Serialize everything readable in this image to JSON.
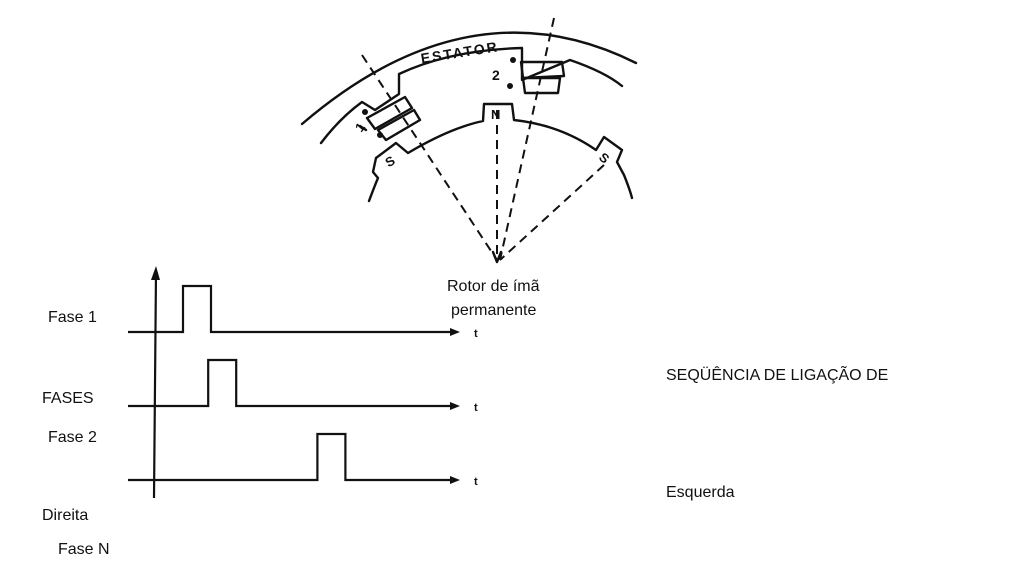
{
  "motor": {
    "stator_label": "ESTATOR",
    "coil_1_label": "1",
    "coil_2_label": "2",
    "pole_north": "N",
    "pole_south_left": "S",
    "pole_south_right": "S",
    "rotor_label_line1": "Rotor de ímã",
    "rotor_label_line2": "permanente"
  },
  "timing": {
    "time_axis_label": "t",
    "rows": [
      {
        "label": "Fase 1",
        "pulse_start": 1,
        "pulse_end": 2
      },
      {
        "label": "Fase 2",
        "pulse_start": 1.9,
        "pulse_end": 2.9
      },
      {
        "label": "Fase N",
        "pulse_start": 5.8,
        "pulse_end": 6.8
      }
    ]
  },
  "labels": {
    "fases": "FASES",
    "direita": "Direita",
    "sequencia": "SEQÜÊNCIA DE LIGAÇÃO DE",
    "esquerda": "Esquerda"
  }
}
